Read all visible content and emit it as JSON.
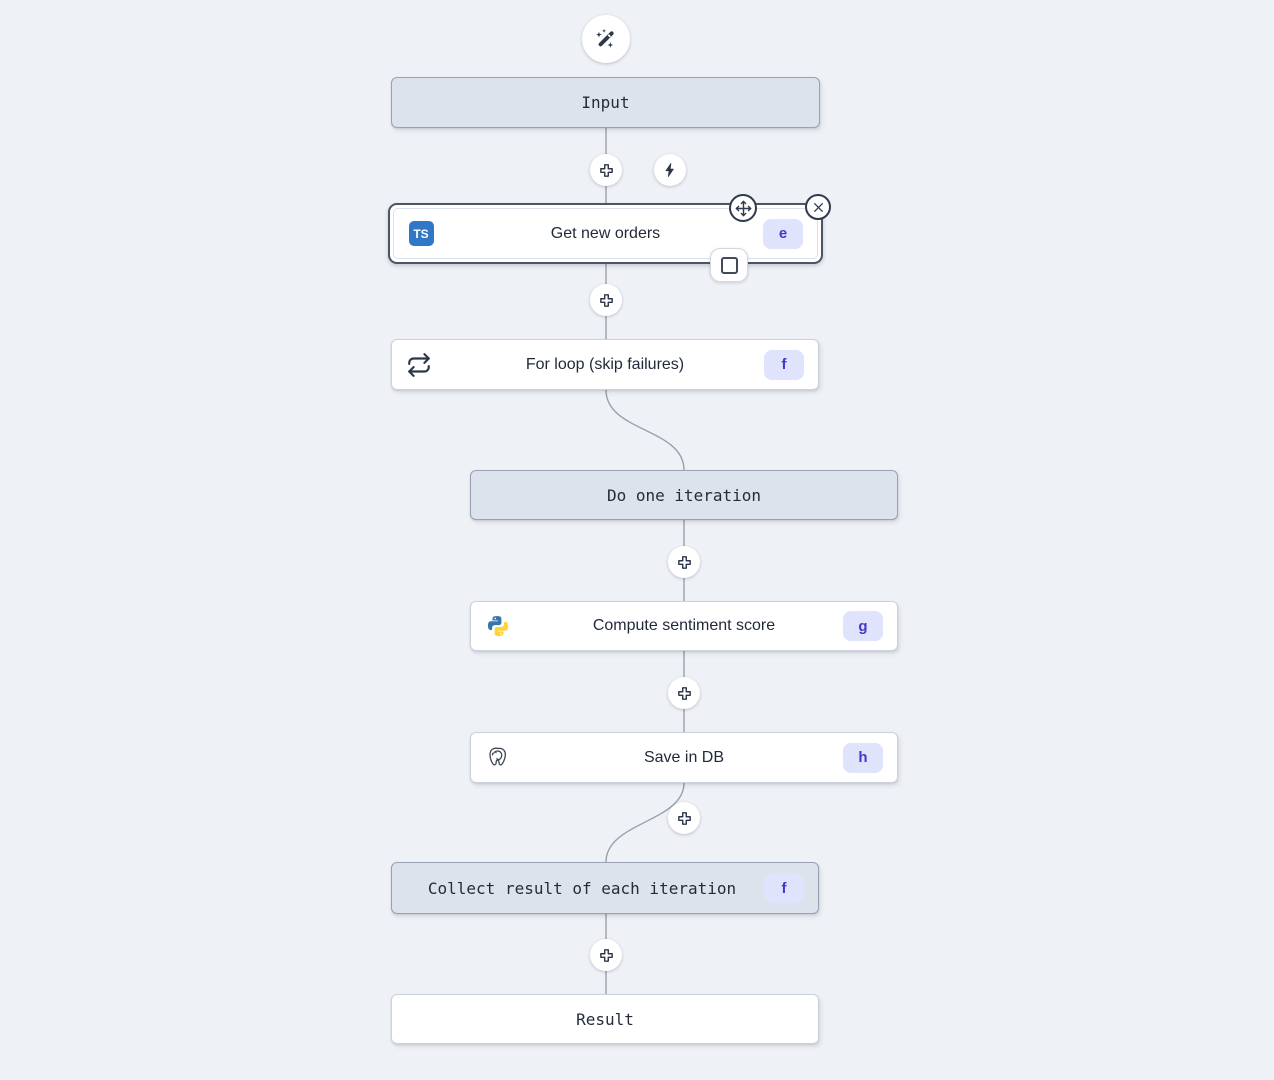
{
  "flow": {
    "ai_button": {
      "icon": "magic-wand"
    },
    "nodes": [
      {
        "label": "Input",
        "type": "virtual-input"
      },
      {
        "label": "Get new orders",
        "badge": "e",
        "language": "typescript",
        "icon_text": "TS",
        "selected": true
      },
      {
        "label": "For loop (skip failures)",
        "badge": "f",
        "icon": "repeat"
      },
      {
        "label": "Do one iteration",
        "type": "virtual"
      },
      {
        "label": "Compute sentiment score",
        "badge": "g",
        "language": "python"
      },
      {
        "label": "Save in DB",
        "badge": "h",
        "language": "postgresql"
      },
      {
        "label": "Collect result of each iteration",
        "badge": "f",
        "type": "virtual"
      },
      {
        "label": "Result",
        "type": "virtual-result"
      }
    ],
    "colors": {
      "canvas_bg": "#eef1f6",
      "virtual_node_bg": "#dce3ed",
      "node_bg": "#ffffff",
      "badge_bg": "#dfe3fc",
      "badge_text": "#4338ca",
      "selected_border": "#4b5563",
      "typescript_blue": "#3077c6",
      "python_blue": "#3776ab",
      "python_yellow": "#ffd43b",
      "icon_dark": "#2d3748",
      "connector": "#9aa0ab"
    }
  }
}
